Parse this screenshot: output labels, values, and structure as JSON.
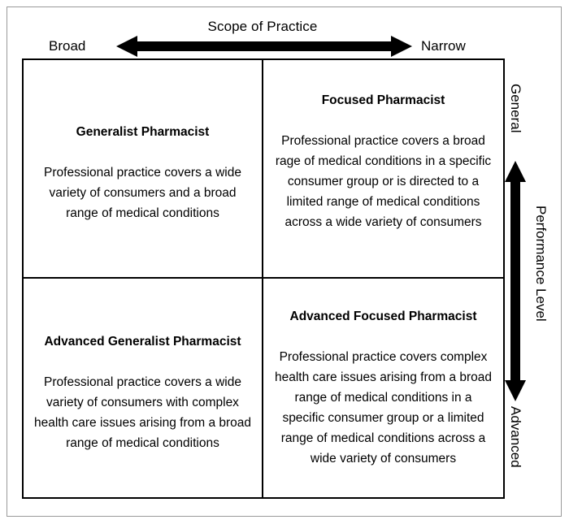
{
  "axes": {
    "horizontal": {
      "title": "Scope of Practice",
      "left_label": "Broad",
      "right_label": "Narrow",
      "arrow_icon": "double-headed-horizontal-arrow-icon"
    },
    "vertical": {
      "title": "Performance Level",
      "top_label": "General",
      "bottom_label": "Advanced",
      "arrow_icon": "double-headed-vertical-arrow-icon"
    }
  },
  "matrix": {
    "quadrants": [
      {
        "position": "top-left",
        "title": "Generalist Pharmacist",
        "body": "Professional practice covers a wide variety of consumers and a broad range of medical conditions"
      },
      {
        "position": "top-right",
        "title": "Focused Pharmacist",
        "body": "Professional practice covers a broad rage of medical conditions in a specific consumer group or is directed to a limited range of medical conditions across a wide variety of consumers"
      },
      {
        "position": "bottom-left",
        "title": "Advanced Generalist Pharmacist",
        "body": "Professional practice covers a wide variety of consumers with complex health care issues arising from a broad range of medical conditions"
      },
      {
        "position": "bottom-right",
        "title": "Advanced Focused Pharmacist",
        "body": "Professional practice covers complex health care issues arising from a broad range of medical conditions in a specific consumer group or a limited range of medical conditions across a wide variety of consumers"
      }
    ]
  },
  "colors": {
    "ink": "#000000",
    "background": "#ffffff",
    "page_frame": "#9a9a9a"
  }
}
